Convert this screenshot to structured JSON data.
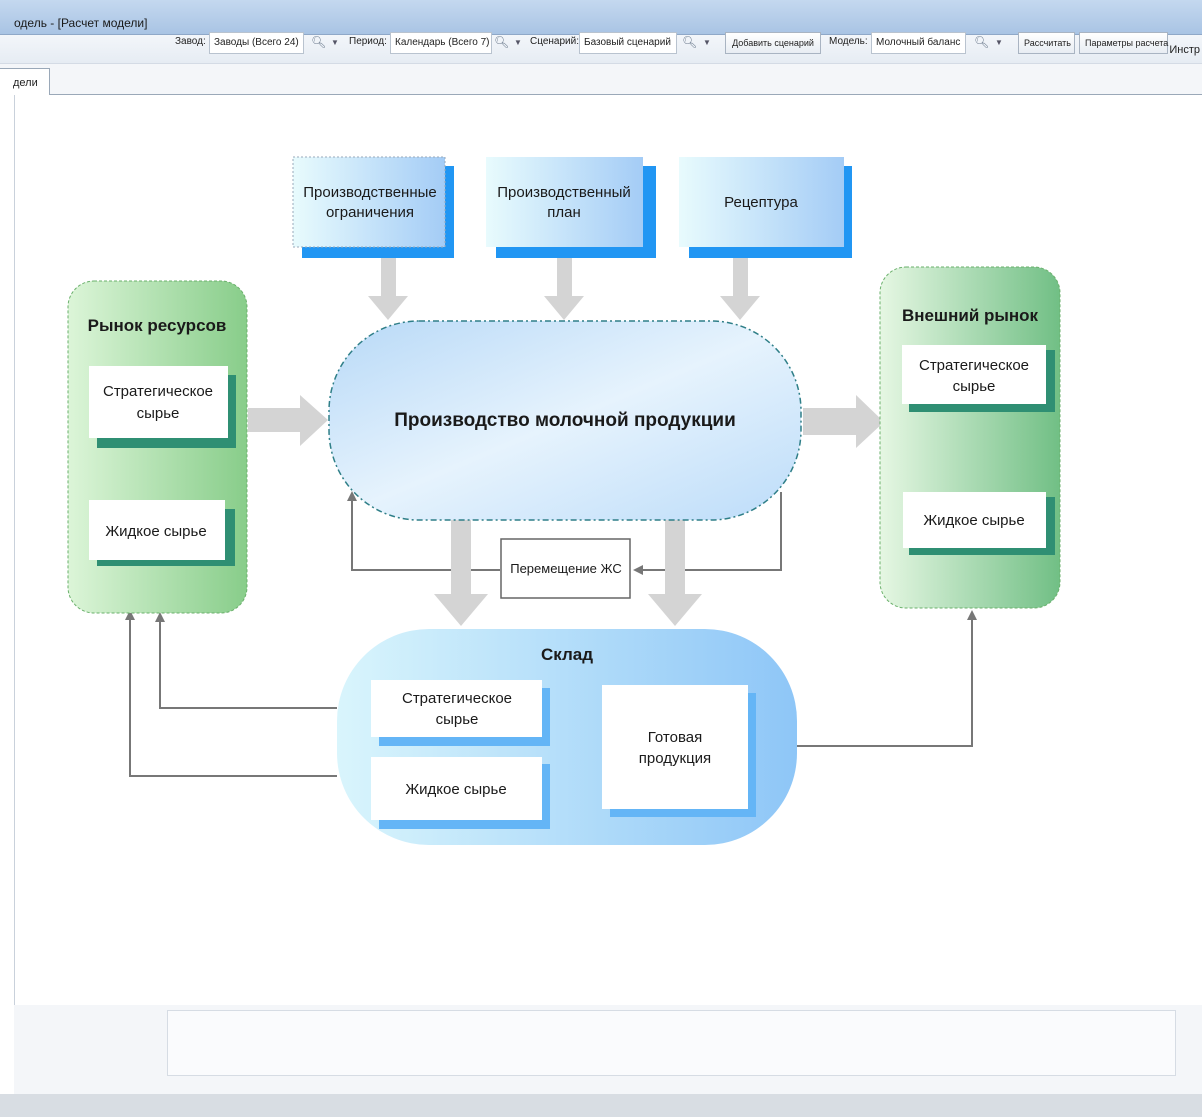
{
  "window": {
    "title": "одель - [Расчет модели]"
  },
  "menu": {
    "right_item": "Инстр"
  },
  "tabs": [
    {
      "label": "дели"
    }
  ],
  "diagram": {
    "inputs": [
      {
        "label_line1": "Производственные",
        "label_line2": "ограничения"
      },
      {
        "label_line1": "Производственный",
        "label_line2": "план"
      },
      {
        "label_line1": "Рецептура",
        "label_line2": ""
      }
    ],
    "center": {
      "label": "Производство молочной продукции"
    },
    "left_market": {
      "title": "Рынок ресурсов",
      "items": [
        {
          "line1": "Стратегическое",
          "line2": "сырье"
        },
        {
          "line1": "Жидкое сырье",
          "line2": ""
        }
      ]
    },
    "right_market": {
      "title": "Внешний рынок",
      "items": [
        {
          "line1": "Стратегическое",
          "line2": "сырье"
        },
        {
          "line1": "Жидкое сырье",
          "line2": ""
        }
      ]
    },
    "transfer": {
      "label": "Перемещение ЖС"
    },
    "warehouse": {
      "title": "Склад",
      "items": [
        {
          "line1": "Стратегическое",
          "line2": "сырье"
        },
        {
          "line1": "Жидкое сырье",
          "line2": ""
        },
        {
          "line1": "Готовая",
          "line2": "продукция"
        }
      ]
    }
  },
  "toolbar": {
    "plant_label": "Завод:",
    "plant_value": "Заводы (Всего 24)",
    "period_label": "Период:",
    "period_value": "Календарь (Всего 7)",
    "scenario_label": "Сценарий:",
    "scenario_value": "Базовый сценарий",
    "add_scenario": "Добавить сценарий",
    "model_label": "Модель:",
    "model_value": "Молочный баланс",
    "calculate": "Рассчитать",
    "params": "Параметры расчета"
  },
  "icons": {
    "search": "search-icon",
    "dropdown": "chevron-down-icon"
  },
  "colors": {
    "title_bar": "#b7cde8",
    "green_panel": "#b5e3b3",
    "blue_panel": "#a8d4f7",
    "arrow_gray": "#d3d3d3",
    "dashed_teal": "#2f7f88",
    "box_shadow_green": "#2f8f73",
    "box_shadow_blue": "#1e88e5"
  }
}
